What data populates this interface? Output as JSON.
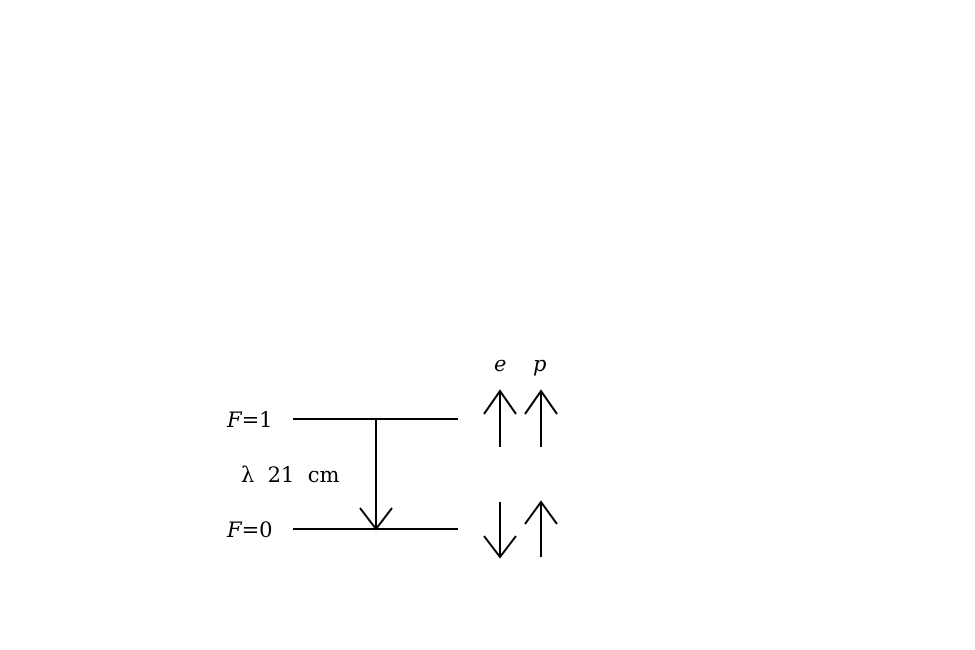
{
  "levels": {
    "upper": {
      "symbol": "F",
      "eq": "=1"
    },
    "lower": {
      "symbol": "F",
      "eq": "=0"
    }
  },
  "transition": {
    "label": "λ  21  cm"
  },
  "spin_headers": {
    "electron": "e",
    "proton": "p"
  },
  "spins": {
    "upper": {
      "electron": "up",
      "proton": "up"
    },
    "lower": {
      "electron": "down",
      "proton": "up"
    }
  }
}
